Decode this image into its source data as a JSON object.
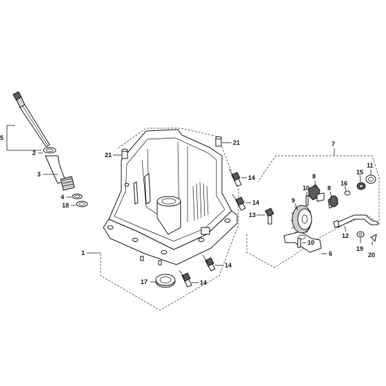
{
  "diagram": {
    "callouts": {
      "c1": "1",
      "c2": "2",
      "c3": "3",
      "c4": "4",
      "c5": "5",
      "c6": "6",
      "c7": "7",
      "c8a": "8",
      "c8b": "8",
      "c9": "9",
      "c10a": "10",
      "c10b": "10",
      "c11": "11",
      "c12": "12",
      "c13": "13",
      "c14a": "14",
      "c14b": "14",
      "c14c": "14",
      "c14d": "14",
      "c15": "15",
      "c16": "16",
      "c17": "17",
      "c18": "18",
      "c19": "19",
      "c20": "20",
      "c21a": "21",
      "c21b": "21"
    },
    "parts": {
      "oil_gauge": "oil-filler-dipstick",
      "oil_filler_tube": "oil-filler-tube",
      "crankcase_cover": "crankcase-cover",
      "governor_assembly": "governor-assembly",
      "governor_arm": "governor-arm"
    }
  }
}
